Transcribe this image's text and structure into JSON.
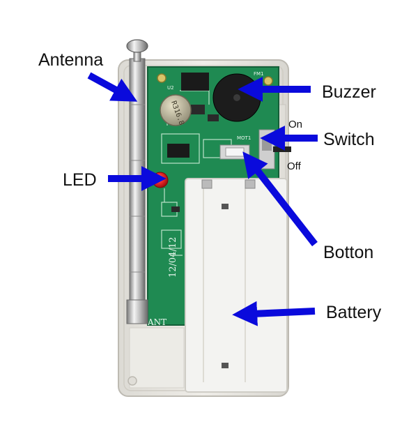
{
  "colors": {
    "arrow": "#0a0adc",
    "casing": "#e9e7e2",
    "pcb": "#1f8a52",
    "battery_holder": "#f3f3f1",
    "led": "#ee2a2a",
    "text": "#111111"
  },
  "labels": {
    "antenna": "Antenna",
    "buzzer": "Buzzer",
    "on": "On",
    "switch": "Switch",
    "off": "Off",
    "led": "LED",
    "botton": "Botton",
    "battery": "Battery"
  },
  "pcb_text": {
    "date": "12/04/12",
    "ant": "ANT",
    "crystal": "R316.8",
    "fm": "FM1",
    "mot": "MOT1",
    "ic": "U2"
  }
}
